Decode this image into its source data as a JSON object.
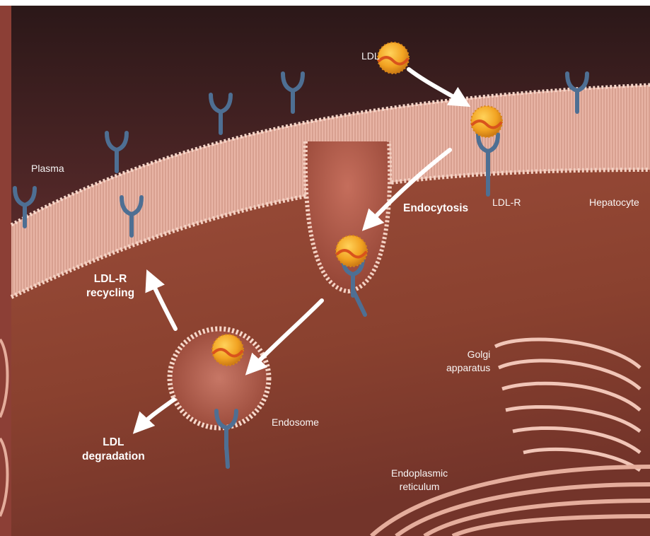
{
  "labels": {
    "ldl": "LDL",
    "plasma": "Plasma",
    "ldl_r": "LDL-R",
    "hepatocyte": "Hepatocyte",
    "endocytosis": "Endocytosis",
    "ldl_r_recycling_line1": "LDL-R",
    "ldl_r_recycling_line2": "recycling",
    "golgi_line1": "Golgi",
    "golgi_line2": "apparatus",
    "endosome": "Endosome",
    "ldl_degradation_line1": "LDL",
    "ldl_degradation_line2": "degradation",
    "er_line1": "Endoplasmic",
    "er_line2": "reticulum"
  },
  "colors": {
    "plasma_bg": "#5a2b2b",
    "membrane": "#e9b9ab",
    "cytoplasm": "#8e4634",
    "receptor": "#4e6f93",
    "ldl_particle": "#f2a322",
    "arrow": "#ffffff"
  }
}
